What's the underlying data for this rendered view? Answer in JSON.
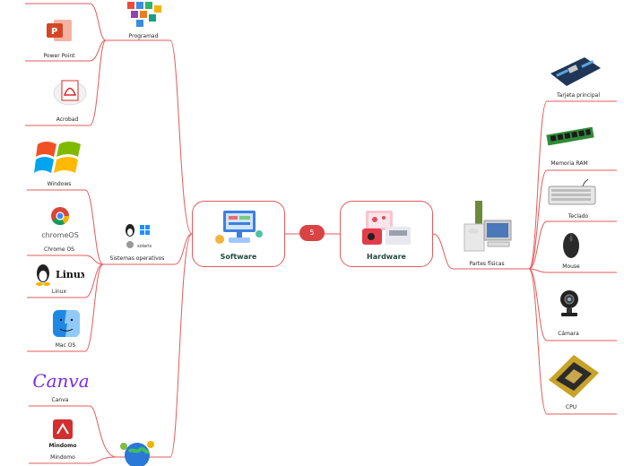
{
  "center": {
    "software_label": "Software",
    "hardware_label": "Hardware",
    "link_badge": "5"
  },
  "software_branches": {
    "programs": {
      "label": "Programad",
      "items": [
        {
          "label": "Power Point"
        },
        {
          "label": "Acrobad"
        },
        {
          "label": "Canva"
        },
        {
          "label": "Mindomo"
        }
      ]
    },
    "operating_systems": {
      "label": "Sistemas operativos",
      "items": [
        {
          "label": "Windows"
        },
        {
          "label": "Chrome OS"
        },
        {
          "label": "Linux"
        },
        {
          "label": "Mac OS"
        }
      ]
    }
  },
  "hardware_branches": {
    "physical_parts": {
      "label": "Partes físicas",
      "items": [
        {
          "label": "Tarjeta principal"
        },
        {
          "label": "Memoria RAM"
        },
        {
          "label": "Teclado"
        },
        {
          "label": "Mouse"
        },
        {
          "label": "Cámara"
        },
        {
          "label": "CPU"
        }
      ]
    }
  },
  "logo_text": {
    "chromeos": "chromeOS",
    "linux": "Linux",
    "canva": "Canva",
    "mindomo": "Mindomo",
    "solaris": "solaris"
  },
  "colors": {
    "connector": "#e35b5b",
    "accent_red": "#d94343",
    "title_green": "#214a3a"
  }
}
